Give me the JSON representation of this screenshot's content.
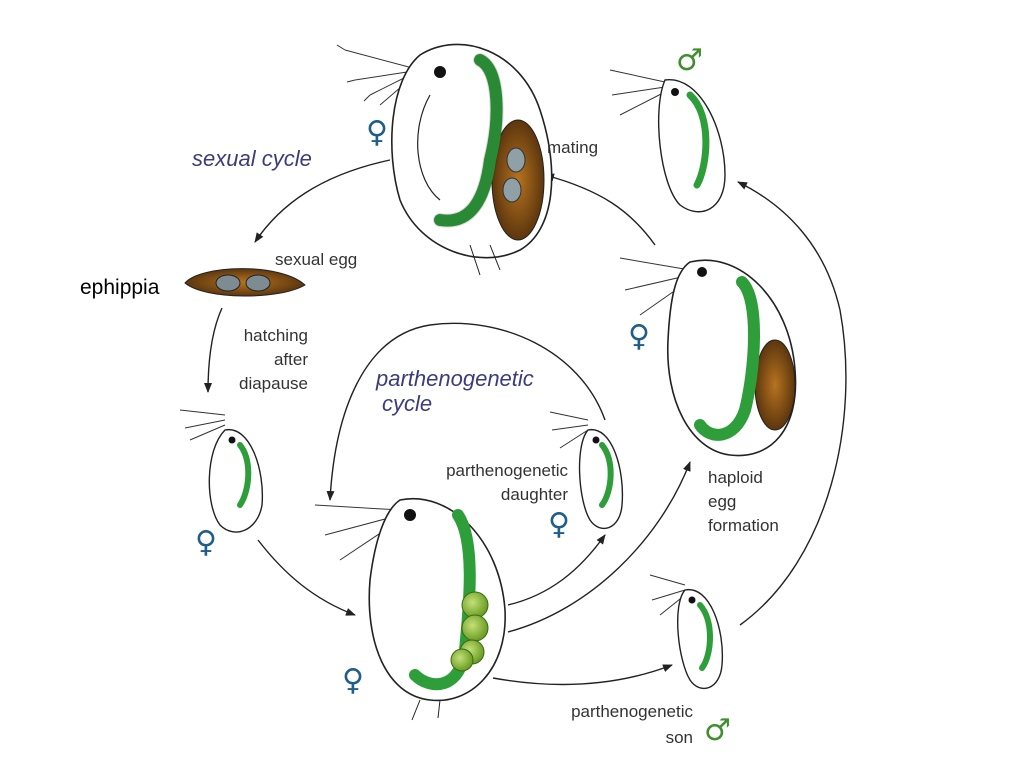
{
  "labels": {
    "sexual_cycle": "sexual cycle",
    "parthenogenetic_cycle_line1": "parthenogenetic",
    "parthenogenetic_cycle_line2": "cycle",
    "mating": "mating",
    "sexual_egg": "sexual egg",
    "ephippia": "ephippia",
    "hatching_line1": "hatching",
    "hatching_line2": "after",
    "hatching_line3": "diapause",
    "haploid_line1": "haploid",
    "haploid_line2": "egg",
    "haploid_line3": "formation",
    "daughter_line1": "parthenogenetic",
    "daughter_line2": "daughter",
    "son_line1": "parthenogenetic",
    "son_line2": "son"
  },
  "symbols": {
    "female": "♀",
    "male": "♂"
  },
  "colors": {
    "gut_green": "#2e9e3a",
    "female_symbol": "#1f5d8a",
    "male_symbol": "#3f8f2f",
    "cycle_title": "#3a3d7a",
    "egg_brown": "#6b3f12",
    "parthenogenetic_egg": "#8fc03a"
  }
}
